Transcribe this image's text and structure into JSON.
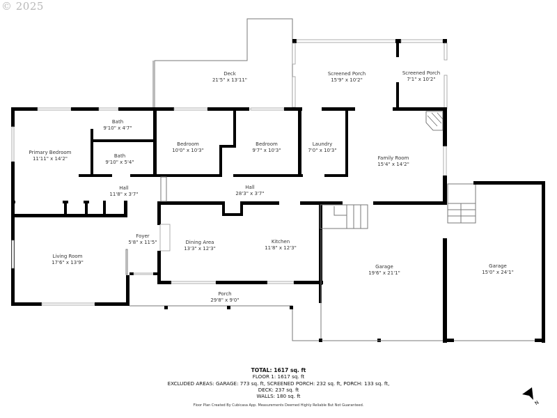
{
  "copyright": "© 2025",
  "rooms": {
    "deck": {
      "name": "Deck",
      "dims": "21'5\" x 13'11\""
    },
    "screened_porch_1": {
      "name": "Screened Porch",
      "dims": "15'9\" x 10'2\""
    },
    "screened_porch_2": {
      "name": "Screened Porch",
      "dims": "7'1\" x 10'2\""
    },
    "primary_bedroom": {
      "name": "Primary Bedroom",
      "dims": "11'11\" x 14'2\""
    },
    "bath_1": {
      "name": "Bath",
      "dims": "9'10\" x 4'7\""
    },
    "bath_2": {
      "name": "Bath",
      "dims": "9'10\" x 5'4\""
    },
    "bedroom_1": {
      "name": "Bedroom",
      "dims": "10'0\" x 10'3\""
    },
    "bedroom_2": {
      "name": "Bedroom",
      "dims": "9'7\" x 10'3\""
    },
    "laundry": {
      "name": "Laundry",
      "dims": "7'0\" x 10'3\""
    },
    "family_room": {
      "name": "Family Room",
      "dims": "15'4\" x 14'2\""
    },
    "hall_1": {
      "name": "Hall",
      "dims": "11'8\" x 3'7\""
    },
    "hall_2": {
      "name": "Hall",
      "dims": "28'3\" x 3'7\""
    },
    "foyer": {
      "name": "Foyer",
      "dims": "5'8\" x 11'5\""
    },
    "living_room": {
      "name": "Living Room",
      "dims": "17'6\" x 13'9\""
    },
    "dining_area": {
      "name": "Dining Area",
      "dims": "13'3\" x 12'3\""
    },
    "kitchen": {
      "name": "Kitchen",
      "dims": "11'8\" x 12'3\""
    },
    "porch": {
      "name": "Porch",
      "dims": "29'8\" x 9'0\""
    },
    "garage_1": {
      "name": "Garage",
      "dims": "19'6\" x 21'1\""
    },
    "garage_2": {
      "name": "Garage",
      "dims": "15'0\" x 24'1\""
    }
  },
  "summary": {
    "total": "TOTAL: 1617 sq. ft",
    "floor1": "FLOOR 1: 1617 sq. ft",
    "excluded": "EXCLUDED AREAS: GARAGE: 773 sq. ft, SCREENED PORCH: 232 sq. ft, PORCH: 133 sq. ft,",
    "deck": "DECK: 237 sq. ft",
    "walls": "WALLS: 180 sq. ft"
  },
  "disclaimer": "Floor Plan Created By Cubicasa App. Measurements Deemed Highly Reliable But Not Guaranteed.",
  "compass": {
    "label": "N",
    "icon": "north-arrow-icon"
  },
  "colors": {
    "wall": "#000000",
    "thin_line": "#777777",
    "text": "#333333",
    "watermark": "#b8b8b8"
  }
}
